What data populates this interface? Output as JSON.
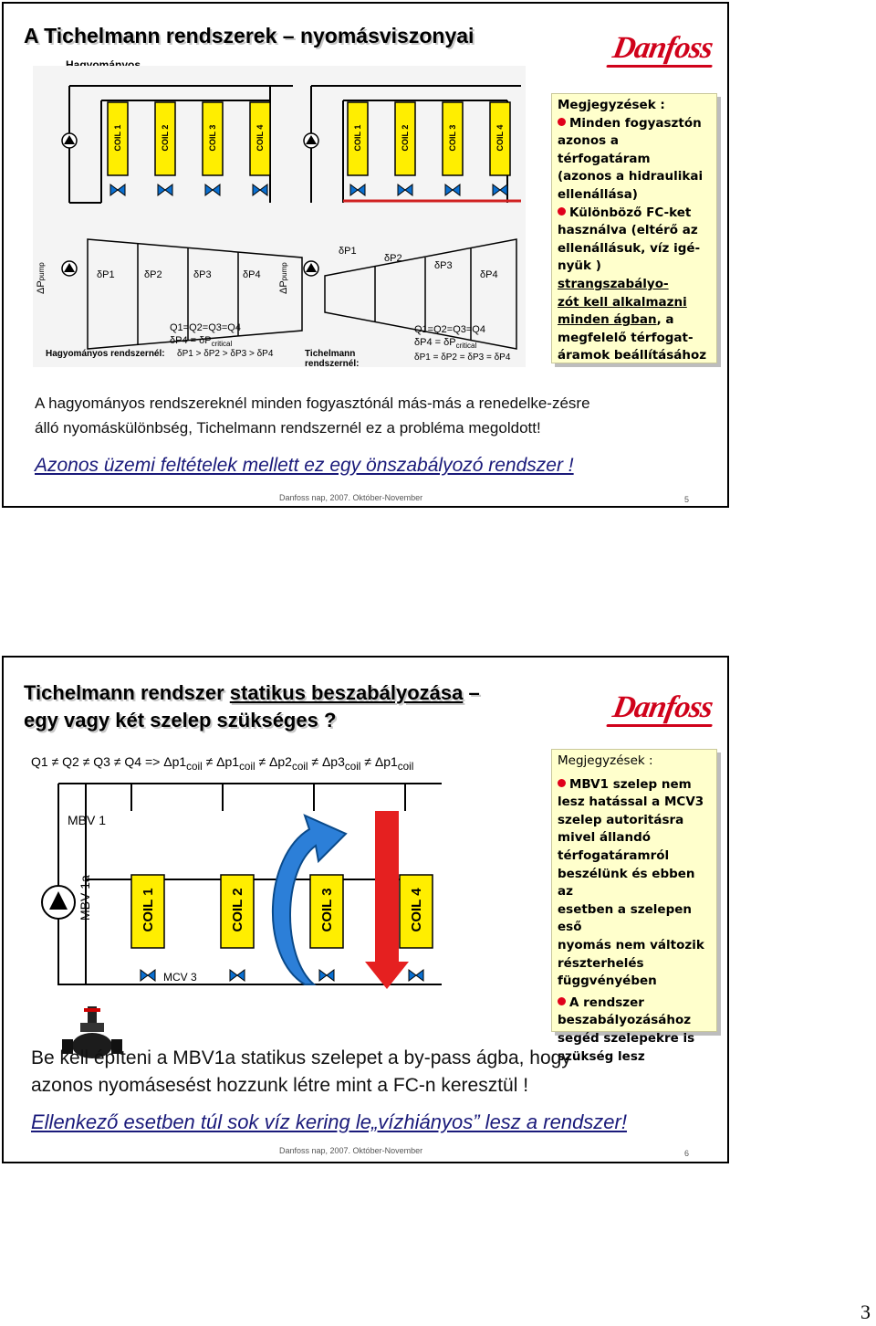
{
  "slide1": {
    "title": "A Tichelmann rendszerek – nyomásviszonyai",
    "subtitle": "Hagyományos",
    "diagram": {
      "coils_left": [
        "COIL 1",
        "COIL 2",
        "COIL 3",
        "COIL 4"
      ],
      "coils_right": [
        "COIL 1",
        "COIL 2",
        "COIL 3",
        "COIL 4"
      ],
      "dp_left": [
        "δP1",
        "δP2",
        "δP3",
        "δP4"
      ],
      "dp_right": [
        "δP1",
        "δP2",
        "δP3",
        "δP4"
      ],
      "pump_label": "ΔP",
      "pump_sub": "pump",
      "q_left": "Q1=Q2=Q3=Q4",
      "q_right": "Q1=Q2=Q3=Q4",
      "p4_left": "δP4 = δP",
      "p4_right": "δP4 = δP",
      "critical": "critical",
      "left_caption": "Hagyományos rendszernél:",
      "left_relation": "δP1 > δP2 > δP3 > δP4",
      "right_caption_1": "Tichelmann",
      "right_caption_2": "rendszernél:",
      "right_relation": "δP1 = δP2 = δP3 = δP4"
    },
    "notes": {
      "heading": "Megjegyzések :",
      "item1_lines": [
        "Minden fogyasztón",
        "azonos a térfogatáram",
        "(azonos a hidraulikai",
        "ellenállása)"
      ],
      "item2_line1": "Különböző FC-ket",
      "item2_line2": "használva (eltérő az",
      "item2_line3": "ellenállásuk, víz igé-",
      "item2_line4a": "nyük ) ",
      "item2_line4b": "strangszabályo-",
      "item2_line5": "zót kell alkalmazni",
      "item2_line6a": "minden ágban",
      "item2_line6b": ", a",
      "item2_line7": "megfelelő térfogat-",
      "item2_line8": "áramok beállításához"
    },
    "body_line1": "A hagyományos rendszereknél minden fogyasztónál más-más a renedelke-zésre",
    "body_line2": "álló nyomáskülönbség, Tichelmann rendszernél ez a probléma megoldott!",
    "link": "Azonos üzemi feltételek mellett ez egy önszabályozó rendszer !",
    "footer": "Danfoss nap, 2007. Október-November",
    "page": "5",
    "logo": "Danfoss"
  },
  "slide2": {
    "title_part1": "Tichelmann rendszer ",
    "title_part2": "statikus beszabályozása",
    "title_part3": " –",
    "title_line2": "egy vagy két szelep szükséges ?",
    "equation": {
      "q": "Q1 ≠ Q2 ≠ Q3 ≠ Q4  =>",
      "terms": [
        "Δp1",
        "Δp1",
        "Δp2",
        "Δp3",
        "Δp1"
      ],
      "sub": "coil",
      "neq": "≠"
    },
    "diagram": {
      "mbv1": "MBV 1",
      "mbv1a": "MBV 1a",
      "mcv3": "MCV 3",
      "coils": [
        "COIL 1",
        "COIL 2",
        "COIL 3",
        "COIL 4"
      ]
    },
    "notes": {
      "heading": "Megjegyzések :",
      "item1_lines": [
        "MBV1 szelep nem",
        "lesz hatással a MCV3",
        "szelep autoritásra",
        "mivel állandó",
        "térfogatáramról",
        "beszélünk és ebben az",
        "esetben a szelepen eső",
        "nyomás nem változik",
        "részterhelés",
        "függvényében"
      ],
      "item2_lines": [
        "A rendszer",
        "beszabályozásához",
        "segéd szelepekre is",
        "szükség lesz"
      ]
    },
    "body_line1": "Be kell építeni a MBV1a statikus szelepet a by-pass ágba, hogy",
    "body_line2": "azonos nyomásesést hozzunk létre mint a FC-n keresztül !",
    "link": "Ellenkező esetben túl sok víz kering le„vízhiányos” lesz a rendszer!",
    "footer": "Danfoss nap, 2007. Október-November",
    "page": "6",
    "logo": "Danfoss"
  },
  "sheet_number": "3",
  "colors": {
    "accent": "#d0021b",
    "notes_bg": "#ffffcc",
    "coil_yellow": "#ffee00",
    "valve_blue": "#0a6fd0",
    "arrow_red": "#e52020"
  }
}
